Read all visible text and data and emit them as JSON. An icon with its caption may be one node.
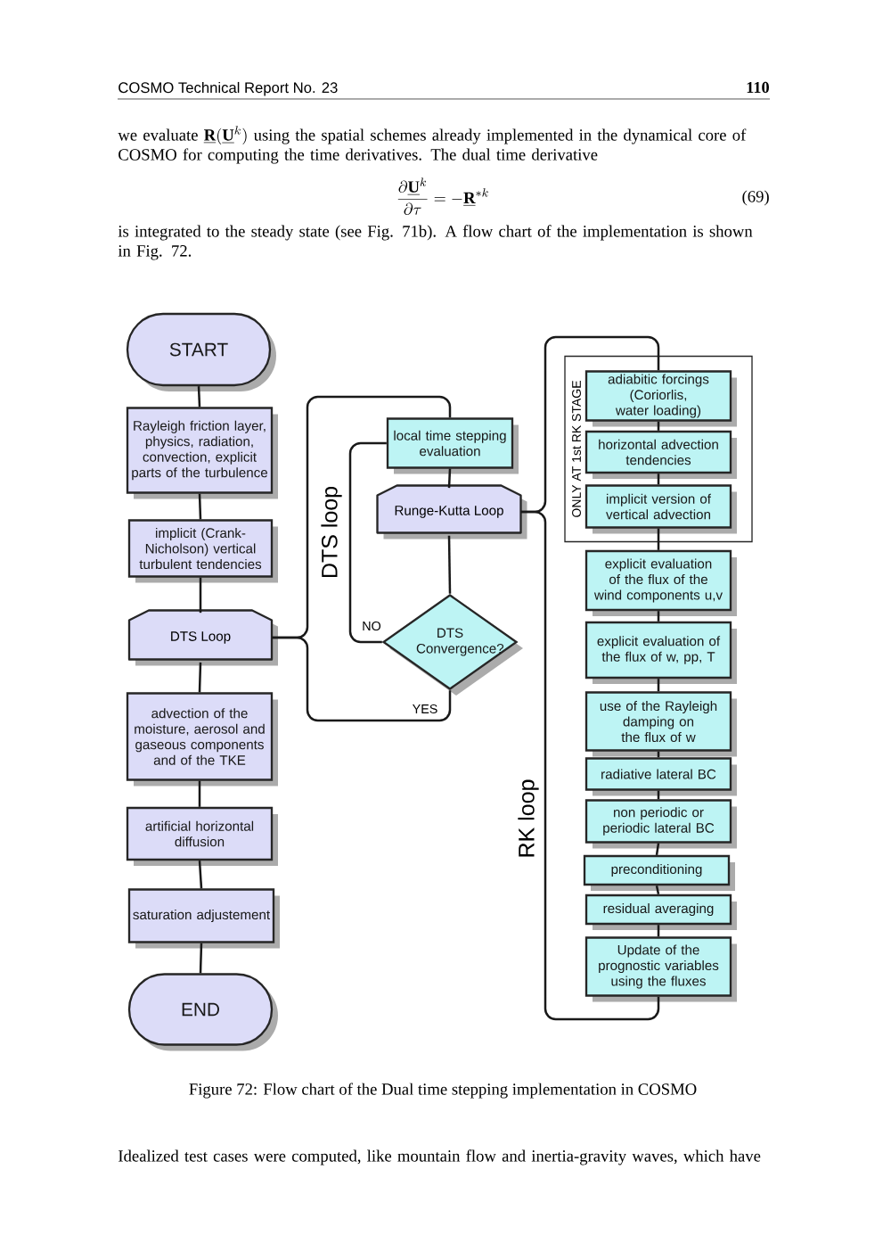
{
  "diagram": {
    "caption": "Figure 72: Flow chart of the Dual time stepping implementation in COSMO",
    "nodes": [
      {
        "text": [
          "START"
        ]
      },
      {
        "text": [
          "Rayleigh friction layer, physics, radiation, convection, explicit parts of the turbulence"
        ]
      },
      {
        "text": [
          "implicit (Crank-Nicholson) vertical turbulent tendencies"
        ]
      },
      {
        "text": [
          "DTS Loop"
        ]
      },
      {
        "text": [
          "advection of the moisture, aerosol and gaseous components and of the TKE"
        ]
      },
      {
        "text": [
          "artificial horizontal diffusion"
        ]
      },
      {
        "text": [
          "saturation adjustement"
        ]
      },
      {
        "text": [
          "END"
        ]
      },
      {
        "text": [
          "local time stepping evaluation"
        ]
      },
      {
        "text": [
          "Runge-Kutta Loop"
        ]
      },
      {
        "text": [
          "DTS Convergence?"
        ]
      },
      {
        "text": [
          "ONLY AT 1st RK STAGE"
        ]
      },
      {
        "text": [
          "adiabitic forcings (Coriorlis, water loading)"
        ],
        "in": 11
      },
      {
        "text": [
          "horizontal advection tendencies"
        ],
        "in": 11
      },
      {
        "text": [
          "implicit version of vertical advection"
        ],
        "in": 11
      },
      {
        "text": [
          "explicit evaluation of the flux of the wind components u,v"
        ]
      },
      {
        "text": [
          "explicit evaluation of the flux of w, pp, T"
        ]
      },
      {
        "text": [
          "use of the Rayleigh damping on the flux of w"
        ]
      },
      {
        "text": [
          "radiative lateral BC"
        ]
      },
      {
        "text": [
          "non periodic or periodic lateral BC"
        ]
      },
      {
        "text": [
          "preconditioning"
        ]
      },
      {
        "text": [
          "residual averaging"
        ]
      },
      {
        "text": [
          "Update of the prognostic variables using the fluxes"
        ]
      }
    ],
    "edges": [
      {
        "from": 0,
        "to": 1,
        "arrow": "none"
      },
      {
        "from": 1,
        "to": 2,
        "arrow": "none"
      },
      {
        "from": 2,
        "to": 3,
        "arrow": "none"
      },
      {
        "from": 3,
        "to": 4,
        "arrow": "none"
      },
      {
        "from": 4,
        "to": 5,
        "arrow": "none"
      },
      {
        "from": 5,
        "to": 6,
        "arrow": "none"
      },
      {
        "from": 6,
        "to": 7,
        "arrow": "none"
      },
      {
        "from": 3,
        "to": 8,
        "arrow": "none"
      },
      {
        "from": 8,
        "to": 9,
        "arrow": "none"
      },
      {
        "from": 9,
        "to": 10,
        "arrow": "none"
      },
      {
        "from": 10,
        "to": 8,
        "arrow": "none",
        "label": "NO"
      },
      {
        "from": 10,
        "to": 3,
        "arrow": "none",
        "label": "YES"
      },
      {
        "from": 9,
        "to": 12,
        "arrow": "none"
      },
      {
        "from": 12,
        "to": 13,
        "arrow": "none"
      },
      {
        "from": 13,
        "to": 14,
        "arrow": "none"
      },
      {
        "from": 14,
        "to": 15,
        "arrow": "none"
      },
      {
        "from": 15,
        "to": 16,
        "arrow": "none"
      },
      {
        "from": 16,
        "to": 17,
        "arrow": "none"
      },
      {
        "from": 17,
        "to": 18,
        "arrow": "none"
      },
      {
        "from": 18,
        "to": 19,
        "arrow": "none"
      },
      {
        "from": 19,
        "to": 20,
        "arrow": "none"
      },
      {
        "from": 20,
        "to": 21,
        "arrow": "none"
      },
      {
        "from": 21,
        "to": 22,
        "arrow": "none"
      },
      {
        "from": 22,
        "to": 9,
        "arrow": "none"
      }
    ],
    "labels": [
      "COSMO Technical Report No. 23",
      "110",
      "we evaluate",
      "\\underline{\\mathbf{R}}(\\underline{\\mathbf{U}}^k)",
      "using the spatial schemes already implemented in the dynamical core of COSMO for computing the time derivatives. The dual time derivative",
      "\\frac{\\partial\\underline{\\mathbf{U}}^k}{\\partial\\tau} = -\\underline{\\mathbf{R}}^{*k}",
      "(69)",
      "is integrated to the steady state (see Fig. 71b). A flow chart of the implementation is shown in Fig. 72.",
      "DTS loop",
      "RK loop",
      "Idealized test cases were computed, like mountain flow and inertia-gravity waves, which have"
    ]
  }
}
